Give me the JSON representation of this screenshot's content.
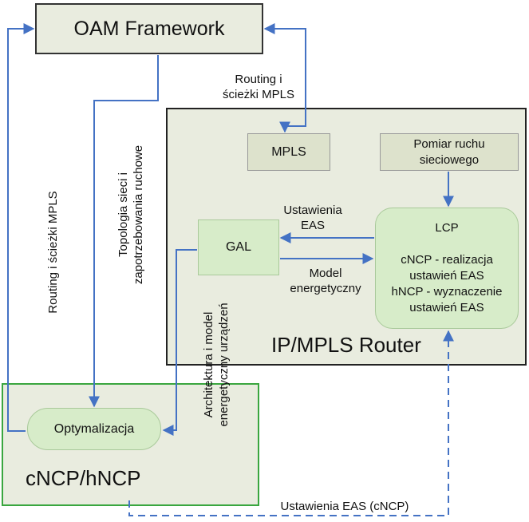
{
  "boxes": {
    "oam": "OAM Framework",
    "router": "IP/MPLS Router",
    "mpls": "MPLS",
    "pomiar": [
      "Pomiar ruchu",
      "sieciowego"
    ],
    "gal": "GAL",
    "lcp_title": "LCP",
    "lcp_lines": [
      "cNCP - realizacja",
      "ustawień EAS",
      "hNCP - wyznaczenie",
      "ustawień EAS"
    ],
    "cncp": "cNCP/hNCP",
    "optymalizacja": "Optymalizacja"
  },
  "labels": {
    "routing_mpls_top": [
      "Routing i",
      "ścieżki MPLS"
    ],
    "routing_mpls_vertical": "Routing i ścieżki MPLS",
    "topologia": [
      "Topologia sieci i",
      "zapotrzebowania ruchowe"
    ],
    "ustawienia_eas": [
      "Ustawienia",
      "EAS"
    ],
    "model": [
      "Model",
      "energetyczny"
    ],
    "architektura": [
      "Architektura i model",
      "energetyczny urządzeń"
    ],
    "ustawienia_eas_cncp": "Ustawienia EAS (cNCP)"
  },
  "colors": {
    "arrow": "#4472c4",
    "box_border": "#333333",
    "cncp_border": "#3aa63f",
    "green_fill": "#d7ecc9",
    "beige_fill": "#e9ecdf"
  }
}
